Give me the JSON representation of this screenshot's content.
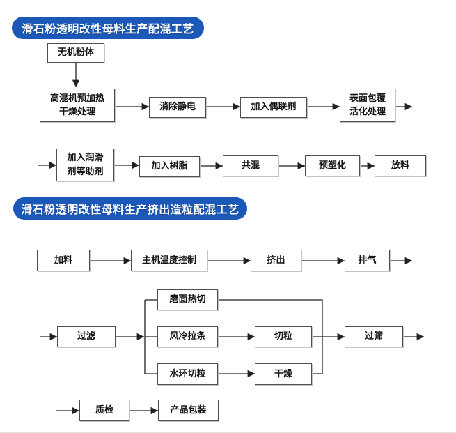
{
  "colors": {
    "header_bg": "#1b58b8",
    "header_text": "#ffffff",
    "box_border": "#4d4d4d",
    "box_text": "#141414",
    "arrow": "#222222",
    "background": "#ffffff"
  },
  "section1": {
    "title": "滑石粉透明改性母料生产配混工艺",
    "nodes": {
      "inorganic_powder": "无机粉体",
      "premix_heating_drying": "高混机预加热\n干燥处理",
      "static_elimination": "消除静电",
      "coupling_agent": "加入偶联剂",
      "surface_coating": "表面包覆\n活化处理",
      "lubricant_additives": "加入润滑\n剂等助剂",
      "add_resin": "加入树脂",
      "blending": "共混",
      "pre_plasticizing": "预塑化",
      "discharge": "放料"
    },
    "edges": [
      [
        "inorganic_powder",
        "premix_heating_drying"
      ],
      [
        "premix_heating_drying",
        "static_elimination"
      ],
      [
        "static_elimination",
        "coupling_agent"
      ],
      [
        "coupling_agent",
        "surface_coating"
      ],
      [
        "surface_coating",
        "lubricant_additives"
      ],
      [
        "lubricant_additives",
        "add_resin"
      ],
      [
        "add_resin",
        "blending"
      ],
      [
        "blending",
        "pre_plasticizing"
      ],
      [
        "pre_plasticizing",
        "discharge"
      ]
    ]
  },
  "section2": {
    "title": "滑石粉透明改性母料生产挤出造粒配混工艺",
    "nodes": {
      "feeding": "加料",
      "main_temp_control": "主机温度控制",
      "extrusion": "挤出",
      "venting": "排气",
      "filtering": "过滤",
      "die_face_hot_cut": "磨面热切",
      "air_cooled_strand": "风冷拉条",
      "water_ring_pelletizing": "水环切粒",
      "pelletizing": "切粒",
      "drying": "干燥",
      "sieving": "过筛",
      "quality_inspection": "质检",
      "product_packaging": "产品包装"
    },
    "edges": [
      [
        "feeding",
        "main_temp_control"
      ],
      [
        "main_temp_control",
        "extrusion"
      ],
      [
        "extrusion",
        "venting"
      ],
      [
        "venting",
        "filtering"
      ],
      [
        "filtering",
        "die_face_hot_cut"
      ],
      [
        "filtering",
        "air_cooled_strand"
      ],
      [
        "filtering",
        "water_ring_pelletizing"
      ],
      [
        "die_face_hot_cut",
        "sieving"
      ],
      [
        "air_cooled_strand",
        "pelletizing"
      ],
      [
        "pelletizing",
        "sieving"
      ],
      [
        "water_ring_pelletizing",
        "drying"
      ],
      [
        "drying",
        "sieving"
      ],
      [
        "sieving",
        "quality_inspection"
      ],
      [
        "quality_inspection",
        "product_packaging"
      ]
    ]
  }
}
